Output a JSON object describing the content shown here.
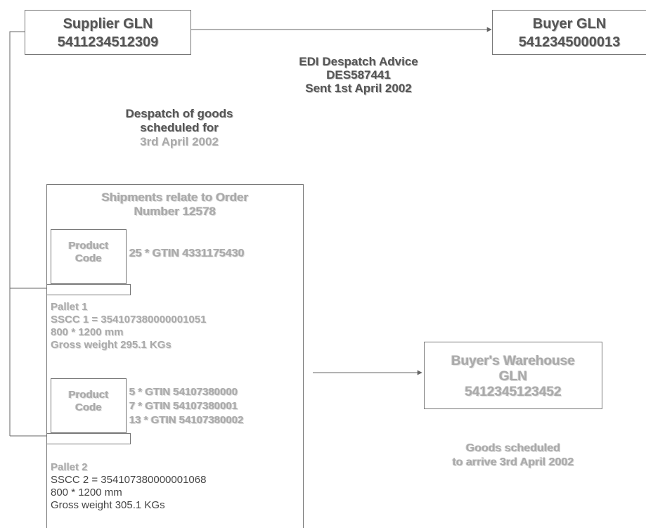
{
  "supplier": {
    "title": "Supplier GLN",
    "gln": "5411234512309"
  },
  "buyer": {
    "title": "Buyer GLN",
    "gln": "5412345000013"
  },
  "edi_message": {
    "line1": "EDI Despatch Advice",
    "line2": "DES587441",
    "line3": "Sent 1st April 2002"
  },
  "despatch_note": {
    "line1": "Despatch of goods",
    "line2": "scheduled for",
    "line3": "3rd April 2002"
  },
  "shipment": {
    "header_line1": "Shipments relate to Order",
    "header_line2": "Number 12578",
    "item1": {
      "box_text": "Product Code",
      "detail": "25 * GTIN 4331175430"
    },
    "pallet1": {
      "name": "Pallet 1",
      "sscc": "SSCC 1 = 354107380000001051",
      "dims": "800 * 1200 mm",
      "weight": "Gross weight 295.1 KGs"
    },
    "item2": {
      "box_text": "Product Code",
      "detail_line1": "5 * GTIN 54107380000",
      "detail_line2": "7 * GTIN 54107380001",
      "detail_line3": "13 * GTIN 54107380002"
    },
    "pallet2": {
      "name": "Pallet 2",
      "sscc": "SSCC 2 = 354107380000001068",
      "dims": "800 * 1200 mm",
      "weight": "Gross weight 305.1 KGs"
    }
  },
  "warehouse": {
    "title_line1": "Buyer's Warehouse",
    "title_line2": "GLN",
    "gln": "5412345123452"
  },
  "arrival_note": {
    "line1": "Goods scheduled",
    "line2": "to arrive 3rd April 2002"
  },
  "colors": {
    "line": "#666666",
    "box_border": "#777777",
    "text": "#444444",
    "ghost_text": "#aaaaaa"
  }
}
